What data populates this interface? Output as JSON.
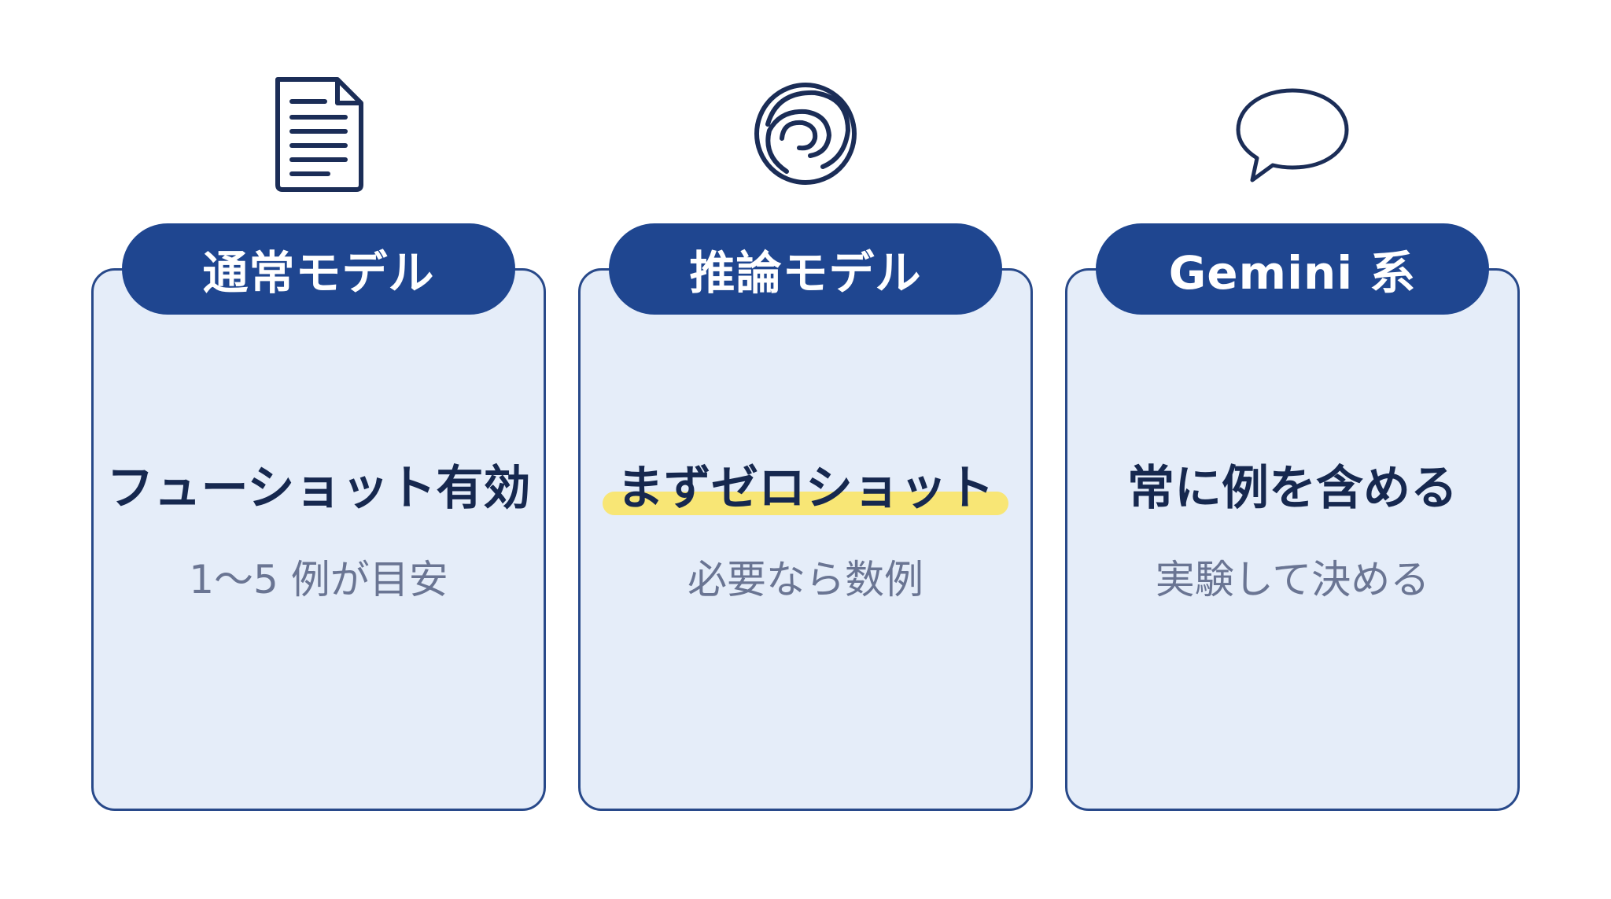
{
  "colors": {
    "accent": "#1f4690",
    "card_background": "#e5edf9",
    "card_border": "#28498a",
    "headline_text": "#16284f",
    "sub_text": "#6a7593",
    "highlight": "#f8e675"
  },
  "columns": [
    {
      "icon": "document-icon",
      "label": "通常モデル",
      "headline": "フューショット有効",
      "subtext": "1〜5 例が目安"
    },
    {
      "icon": "spiral-icon",
      "label": "推論モデル",
      "headline": "まずゼロショット",
      "headline_highlighted": true,
      "subtext": "必要なら数例"
    },
    {
      "icon": "speech-bubble-icon",
      "label": "Gemini 系",
      "headline": "常に例を含める",
      "subtext": "実験して決める"
    }
  ]
}
